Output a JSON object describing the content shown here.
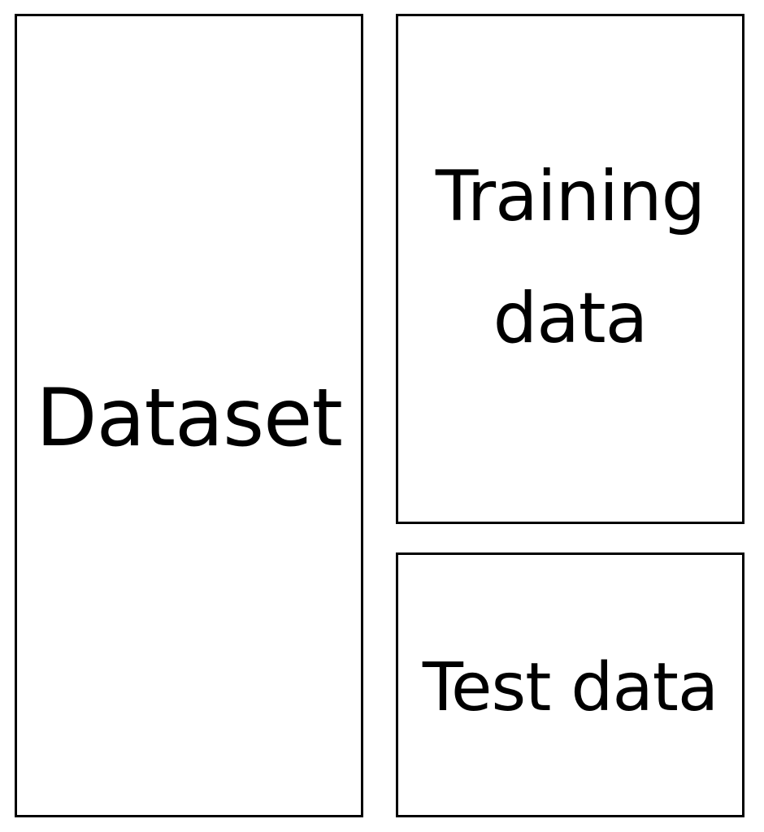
{
  "diagram": {
    "dataset": {
      "label": "Dataset"
    },
    "training": {
      "label": "Training\ndata"
    },
    "test": {
      "label": "Test data"
    }
  },
  "colors": {
    "border": "#000000",
    "background": "#ffffff",
    "text": "#000000"
  }
}
